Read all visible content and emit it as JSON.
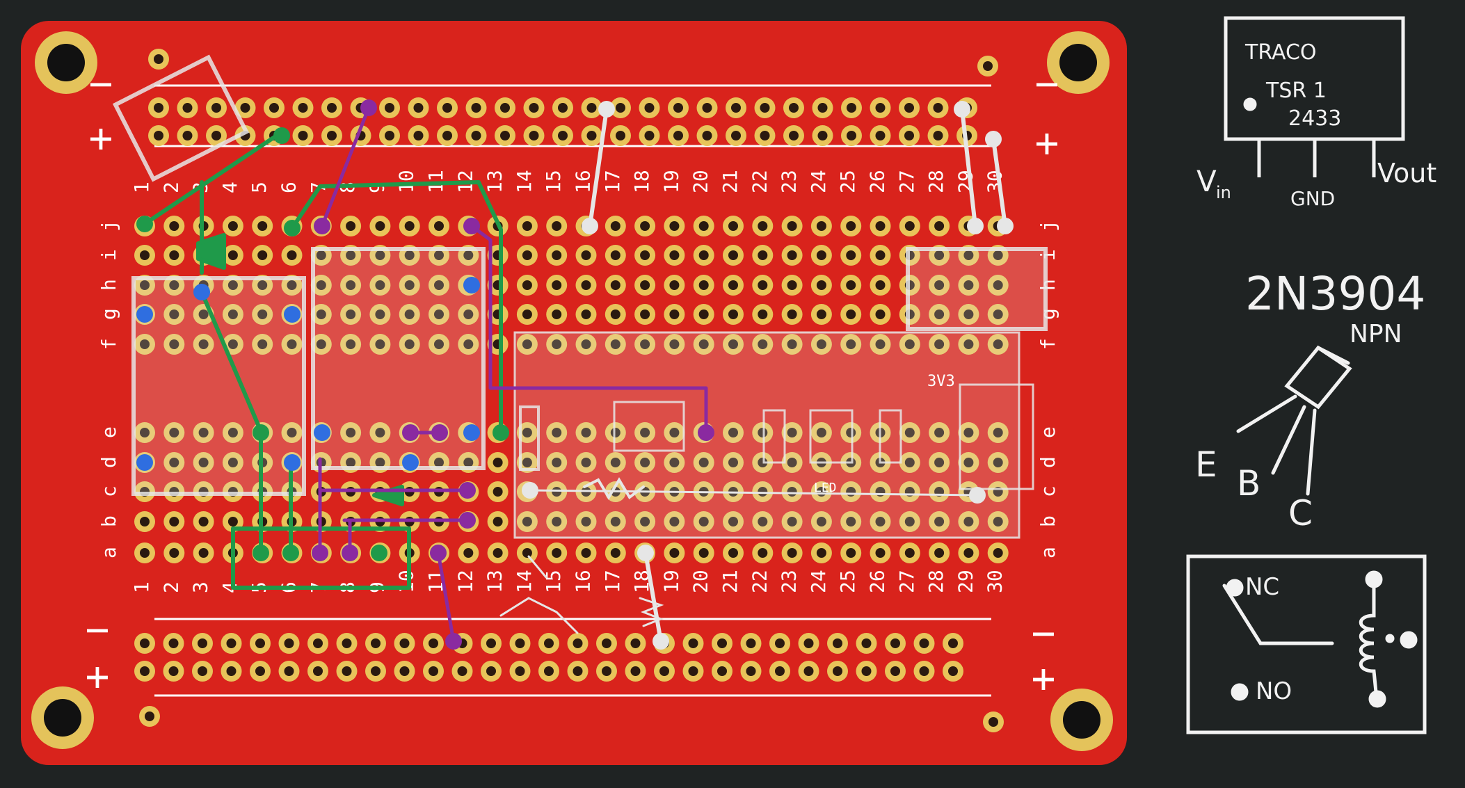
{
  "board": {
    "columns": 30,
    "row_letters_top": [
      "j",
      "i",
      "h",
      "g",
      "f"
    ],
    "row_letters_bottom": [
      "e",
      "d",
      "c",
      "b",
      "a"
    ],
    "rail_plus": "+",
    "rail_minus": "−"
  },
  "labels": {
    "mcu_pin": "3V3",
    "led_label": "LED"
  },
  "notes": {
    "traco_brand": "TRACO",
    "traco_part": "TSR 1",
    "traco_suffix": "2433",
    "vin": "V",
    "vin_sub": "in",
    "gnd": "GND",
    "vout": "Vout",
    "transistor_part": "2N3904",
    "transistor_type": "NPN",
    "pin_e": "E",
    "pin_b": "B",
    "pin_c": "C",
    "relay_nc": "NC",
    "relay_no": "NO"
  },
  "colors": {
    "background": "#1f2323",
    "board": "#d9231c",
    "pad": "#e8c45a",
    "green_wire": "#1f9a4a",
    "purple_wire": "#8a2aa0",
    "blue_pad": "#2f6ee0",
    "overlay": "#e6e6e6"
  }
}
